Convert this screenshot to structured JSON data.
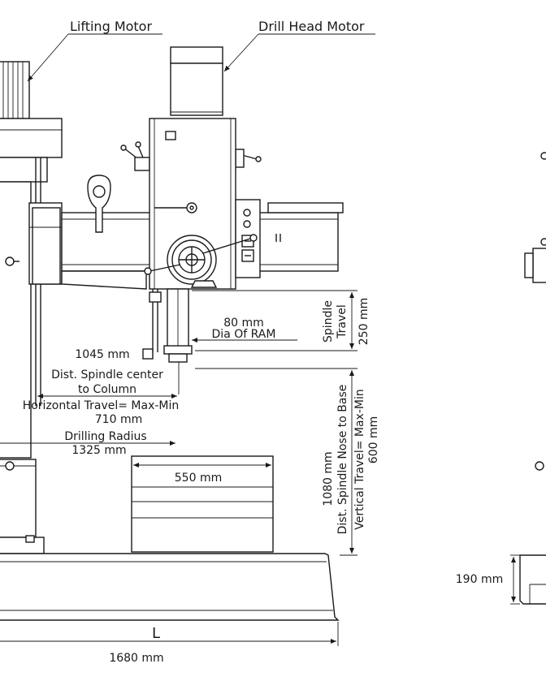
{
  "labels": {
    "lifting_motor": "Lifting Motor",
    "drill_head_motor": "Drill Head Motor",
    "ram_dia_value": "80 mm",
    "ram_dia_label": "Dia Of RAM",
    "spindle_travel_label_1": "Spindle",
    "spindle_travel_label_2": "Travel",
    "spindle_travel_value": "250 mm",
    "dist_spindle_column_value": "1045 mm",
    "dist_spindle_column_label_1": "Dist. Spindle center",
    "dist_spindle_column_label_2": "to Column",
    "horizontal_travel_label": "Horizontal Travel= Max-Min",
    "horizontal_travel_value": "710 mm",
    "drilling_radius_label": "Drilling Radius",
    "drilling_radius_value": "1325 mm",
    "table_width_value": "550 mm",
    "spindle_nose_base_value": "1080 mm",
    "spindle_nose_base_label": "Dist. Spindle Nose to Base",
    "vertical_travel_label": "Vertical Travel= Max-Min",
    "vertical_travel_value": "600 mm",
    "base_height_value": "190 mm",
    "base_length_label": "L",
    "base_length_value": "1680 mm"
  }
}
